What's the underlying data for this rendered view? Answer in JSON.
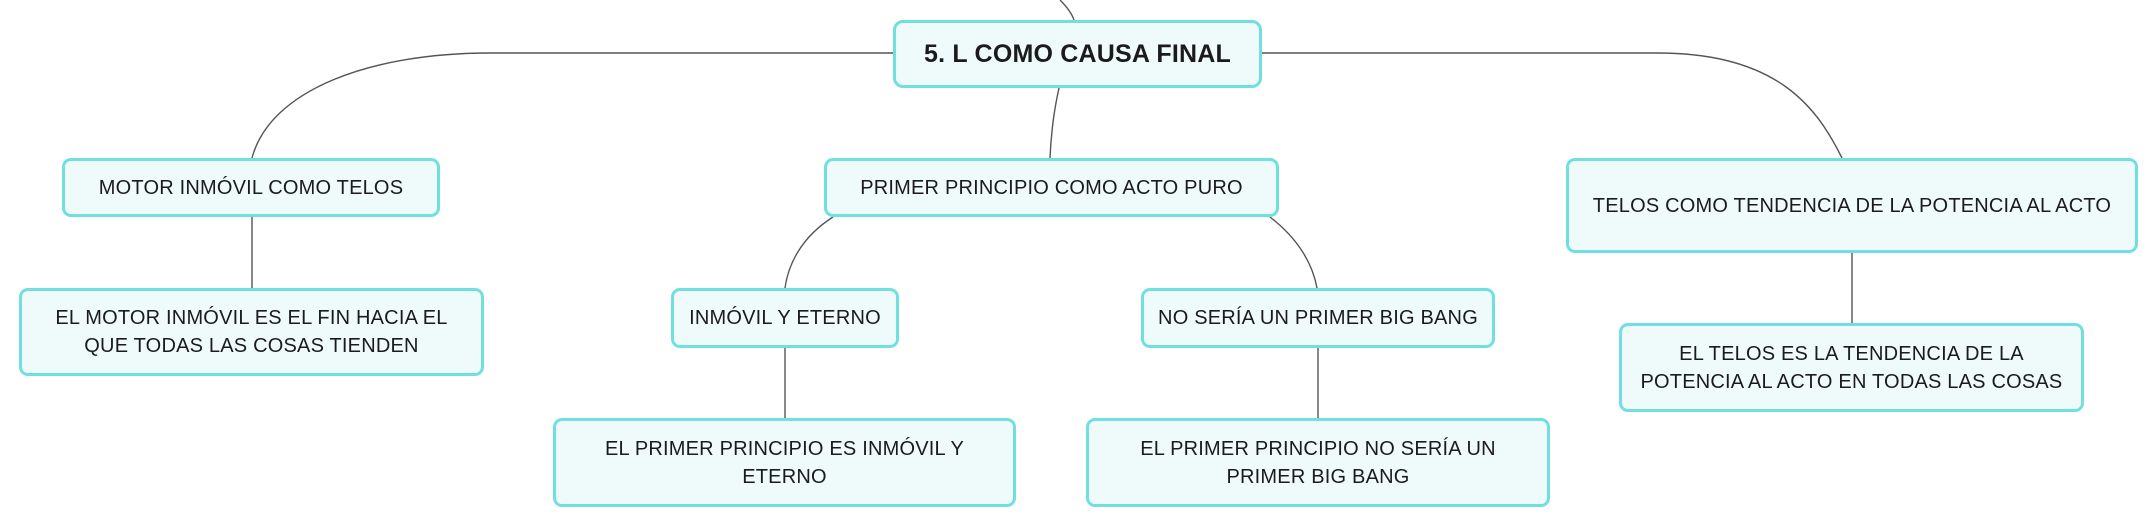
{
  "colors": {
    "node_fill": "#effbfb",
    "node_border": "#6fe0df",
    "connector": "#555555",
    "text": "#1b1b1b"
  },
  "root": {
    "label": "5. L COMO CAUSA FINAL"
  },
  "branches": [
    {
      "label": "MOTOR INMÓVIL COMO TELOS",
      "children": [
        {
          "label": "EL MOTOR INMÓVIL ES EL FIN HACIA EL QUE TODAS LAS COSAS TIENDEN"
        }
      ]
    },
    {
      "label": "PRIMER PRINCIPIO COMO ACTO PURO",
      "children": [
        {
          "label": "INMÓVIL Y ETERNO",
          "children": [
            {
              "label": "EL PRIMER PRINCIPIO ES INMÓVIL Y ETERNO"
            }
          ]
        },
        {
          "label": "NO SERÍA UN PRIMER BIG BANG",
          "children": [
            {
              "label": "EL PRIMER PRINCIPIO NO SERÍA UN PRIMER BIG BANG"
            }
          ]
        }
      ]
    },
    {
      "label": "TELOS COMO TENDENCIA DE LA POTENCIA AL ACTO",
      "children": [
        {
          "label": "EL TELOS ES LA TENDENCIA DE LA POTENCIA AL ACTO EN TODAS LAS COSAS"
        }
      ]
    }
  ]
}
